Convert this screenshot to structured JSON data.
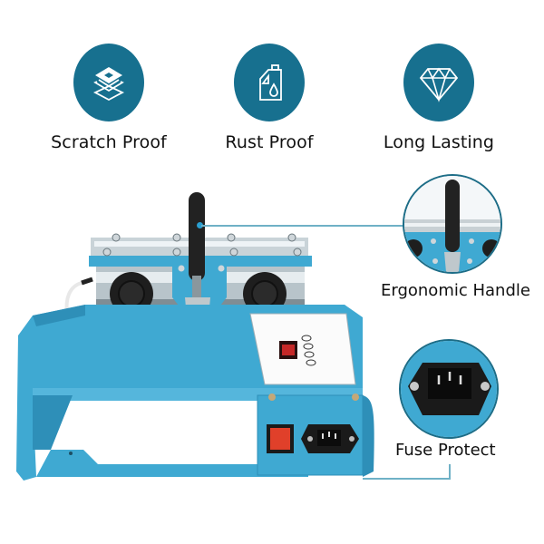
{
  "features": [
    {
      "label": "Scratch Proof",
      "icon": "layers-icon"
    },
    {
      "label": "Rust Proof",
      "icon": "oil-can-icon"
    },
    {
      "label": "Long Lasting",
      "icon": "diamond-icon"
    }
  ],
  "callouts": [
    {
      "label": "Ergonomic Handle",
      "icon": "handle-closeup"
    },
    {
      "label": "Fuse Protect",
      "icon": "power-socket-closeup"
    }
  ],
  "colors": {
    "icon_circle": "#17708f",
    "machine_body": "#3fa9d2",
    "connector_line": "#6fb1c6"
  }
}
